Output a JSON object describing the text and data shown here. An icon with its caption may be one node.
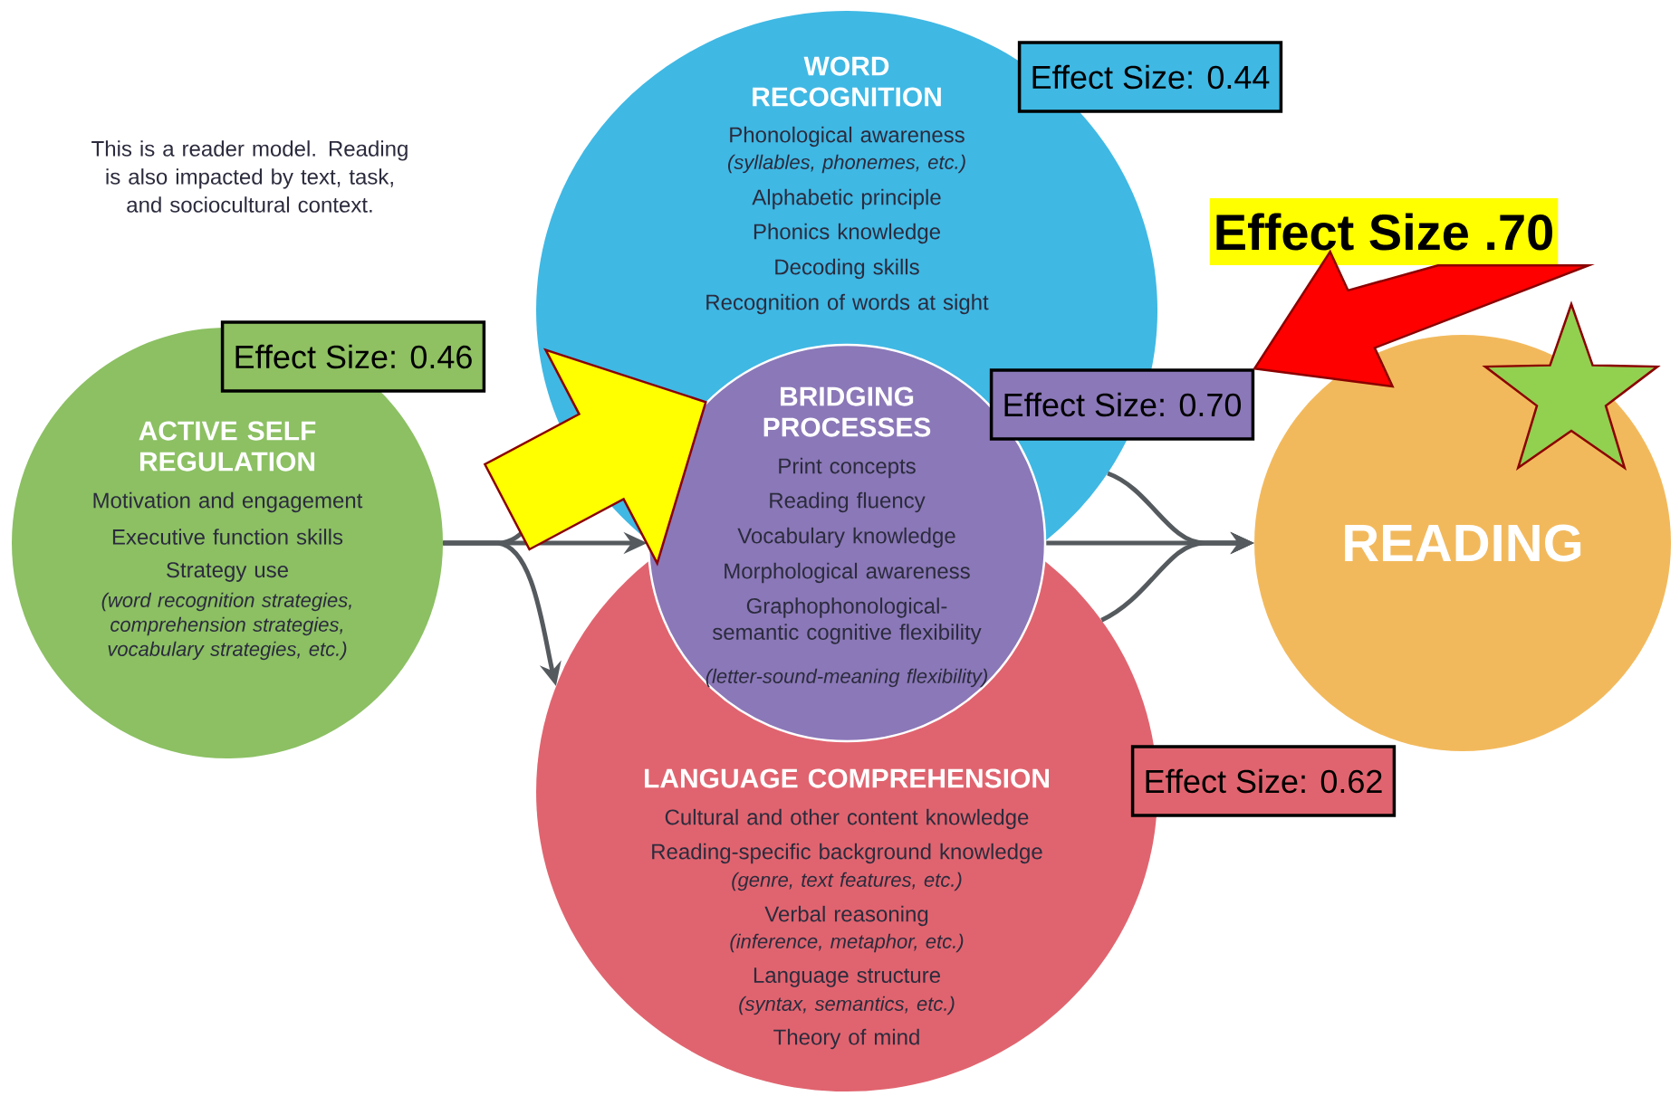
{
  "diagram": {
    "nodes": [
      {
        "text": [
          "WORD RECOGNITION",
          "Phonological awareness",
          "(syllables, phonemes, etc.)",
          "Alphabetic principle",
          "Phonics knowledge",
          "Decoding skills",
          "Recognition of words at sight"
        ]
      },
      {
        "text": [
          "Effect Size: 0.44"
        ]
      },
      {
        "text": [
          "ACTIVE SELF REGULATION",
          "Motivation and engagement",
          "Executive function skills",
          "Strategy use",
          "(word recognition strategies, comprehension strategies, vocabulary strategies, etc.)"
        ]
      },
      {
        "text": [
          "Effect Size: 0.46"
        ]
      },
      {
        "text": [
          "BRIDGING PROCESSES",
          "Print concepts",
          "Reading fluency",
          "Vocabulary knowledge",
          "Morphological awareness",
          "Graphophonological-semantic cognitive flexibility",
          "(letter-sound-meaning flexibility)"
        ]
      },
      {
        "text": [
          "Effect Size: 0.70"
        ]
      },
      {
        "text": [
          "Effect Size .70"
        ]
      },
      {
        "text": [
          "READING"
        ]
      },
      {
        "text": [
          "LANGUAGE COMPREHENSION",
          "Cultural and other content knowledge",
          "Reading-specific background knowledge",
          "(genre, text features, etc.)",
          "Verbal reasoning",
          "(inference, metaphor, etc.)",
          "Language structure",
          "(syntax, semantics, etc.)",
          "Theory of mind"
        ]
      },
      {
        "text": [
          "Effect Size: 0.62"
        ]
      }
    ],
    "edges": [
      {
        "from": 2,
        "to": 0,
        "arrow": "none"
      },
      {
        "from": 2,
        "to": 4,
        "arrow": "to"
      },
      {
        "from": 2,
        "to": 8,
        "arrow": "to"
      },
      {
        "from": 0,
        "to": 7,
        "arrow": "to"
      },
      {
        "from": 4,
        "to": 7,
        "arrow": "to"
      },
      {
        "from": 8,
        "to": 7,
        "arrow": "to"
      },
      {
        "from": null,
        "to": 4,
        "arrow": "to",
        "style": "thick",
        "color": "#ffff00"
      },
      {
        "from": 6,
        "to": 5,
        "arrow": "to",
        "style": "thick",
        "color": "#ff0000"
      }
    ],
    "labels": [
      "This is a reader model. Reading is also impacted by text, task, and sociocultural context."
    ]
  }
}
